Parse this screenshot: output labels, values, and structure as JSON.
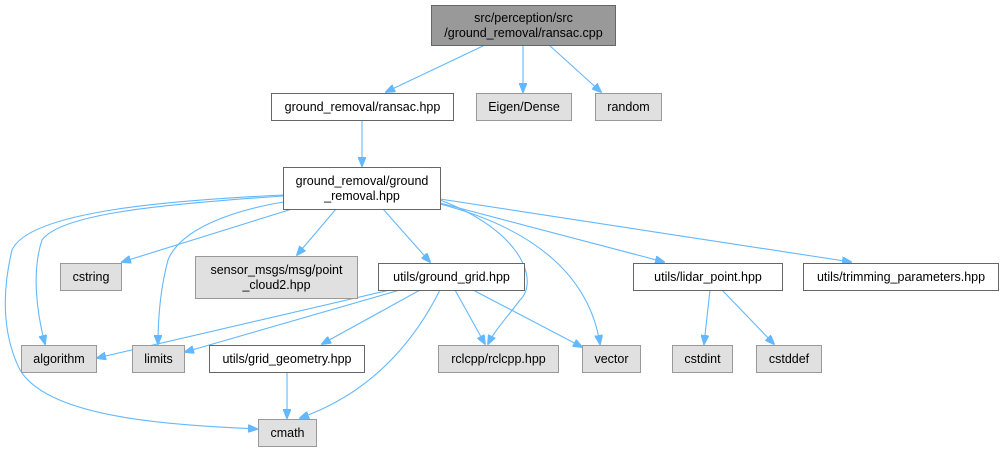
{
  "diagram": {
    "title": "Include dependency graph for ransac.cpp",
    "colors": {
      "edge": "#63b8ff",
      "root_fill": "#999999",
      "root_stroke": "#666666",
      "documented_fill": "#ffffff",
      "documented_stroke": "#666666",
      "external_fill": "#e0e0e0",
      "external_stroke": "#999999"
    },
    "nodes": [
      {
        "id": "root",
        "kind": "root",
        "lines": [
          "src/perception/src",
          "/ground_removal/ransac.cpp"
        ]
      },
      {
        "id": "ransac_hpp",
        "kind": "documented",
        "lines": [
          "ground_removal/ransac.hpp"
        ]
      },
      {
        "id": "eigen_dense",
        "kind": "external",
        "lines": [
          "Eigen/Dense"
        ]
      },
      {
        "id": "random",
        "kind": "external",
        "lines": [
          "random"
        ]
      },
      {
        "id": "ground_removal_hpp",
        "kind": "documented",
        "lines": [
          "ground_removal/ground",
          "_removal.hpp"
        ]
      },
      {
        "id": "cstring",
        "kind": "external",
        "lines": [
          "cstring"
        ]
      },
      {
        "id": "point_cloud2",
        "kind": "external",
        "lines": [
          "sensor_msgs/msg/point",
          "_cloud2.hpp"
        ]
      },
      {
        "id": "ground_grid",
        "kind": "documented",
        "lines": [
          "utils/ground_grid.hpp"
        ]
      },
      {
        "id": "lidar_point",
        "kind": "documented",
        "lines": [
          "utils/lidar_point.hpp"
        ]
      },
      {
        "id": "trimming_parameters",
        "kind": "documented",
        "lines": [
          "utils/trimming_parameters.hpp"
        ]
      },
      {
        "id": "algorithm",
        "kind": "external",
        "lines": [
          "algorithm"
        ]
      },
      {
        "id": "limits",
        "kind": "external",
        "lines": [
          "limits"
        ]
      },
      {
        "id": "grid_geometry",
        "kind": "documented",
        "lines": [
          "utils/grid_geometry.hpp"
        ]
      },
      {
        "id": "rclcpp",
        "kind": "external",
        "lines": [
          "rclcpp/rclcpp.hpp"
        ]
      },
      {
        "id": "vector",
        "kind": "external",
        "lines": [
          "vector"
        ]
      },
      {
        "id": "cstdint",
        "kind": "external",
        "lines": [
          "cstdint"
        ]
      },
      {
        "id": "cstddef",
        "kind": "external",
        "lines": [
          "cstddef"
        ]
      },
      {
        "id": "cmath",
        "kind": "external",
        "lines": [
          "cmath"
        ]
      }
    ],
    "edges": [
      {
        "from": "root",
        "to": "ransac_hpp"
      },
      {
        "from": "root",
        "to": "eigen_dense"
      },
      {
        "from": "root",
        "to": "random"
      },
      {
        "from": "ransac_hpp",
        "to": "ground_removal_hpp"
      },
      {
        "from": "ground_removal_hpp",
        "to": "cstring"
      },
      {
        "from": "ground_removal_hpp",
        "to": "point_cloud2"
      },
      {
        "from": "ground_removal_hpp",
        "to": "ground_grid"
      },
      {
        "from": "ground_removal_hpp",
        "to": "lidar_point"
      },
      {
        "from": "ground_removal_hpp",
        "to": "trimming_parameters"
      },
      {
        "from": "ground_removal_hpp",
        "to": "algorithm"
      },
      {
        "from": "ground_removal_hpp",
        "to": "limits"
      },
      {
        "from": "ground_removal_hpp",
        "to": "cmath"
      },
      {
        "from": "ground_removal_hpp",
        "to": "rclcpp"
      },
      {
        "from": "ground_removal_hpp",
        "to": "vector"
      },
      {
        "from": "ground_grid",
        "to": "algorithm"
      },
      {
        "from": "ground_grid",
        "to": "limits"
      },
      {
        "from": "ground_grid",
        "to": "grid_geometry"
      },
      {
        "from": "ground_grid",
        "to": "rclcpp"
      },
      {
        "from": "ground_grid",
        "to": "vector"
      },
      {
        "from": "ground_grid",
        "to": "cmath"
      },
      {
        "from": "grid_geometry",
        "to": "cmath"
      },
      {
        "from": "lidar_point",
        "to": "cstdint"
      },
      {
        "from": "lidar_point",
        "to": "cstddef"
      }
    ]
  }
}
